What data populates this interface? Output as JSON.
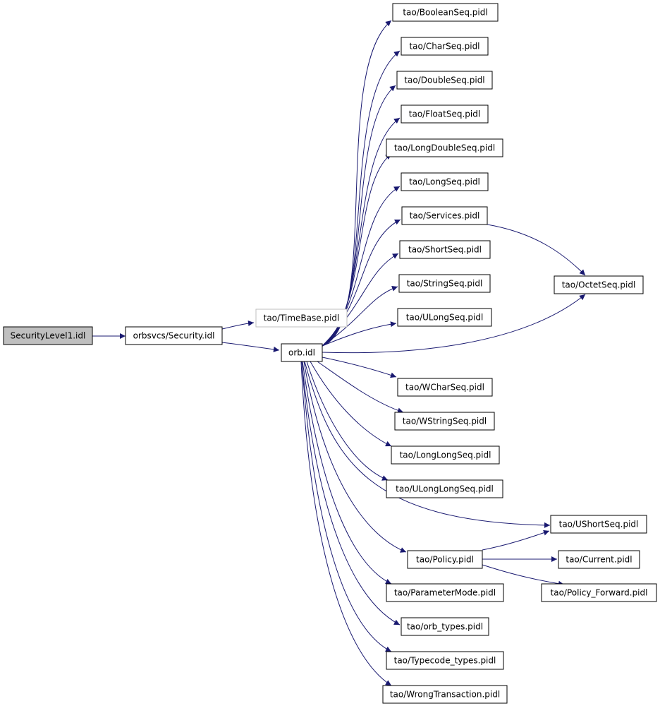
{
  "colors": {
    "edge": "#191970",
    "node_border": "#000000",
    "root_fill": "#bfbfbf",
    "ghost_border": "#bfbfbf",
    "background": "#ffffff"
  },
  "nodes": {
    "securitylevel1": "SecurityLevel1.idl",
    "security": "orbsvcs/Security.idl",
    "timebase": "tao/TimeBase.pidl",
    "orb": "orb.idl",
    "booleanseq": "tao/BooleanSeq.pidl",
    "charseq": "tao/CharSeq.pidl",
    "doubleseq": "tao/DoubleSeq.pidl",
    "floatseq": "tao/FloatSeq.pidl",
    "longdoubleseq": "tao/LongDoubleSeq.pidl",
    "longseq": "tao/LongSeq.pidl",
    "services": "tao/Services.pidl",
    "shortseq": "tao/ShortSeq.pidl",
    "stringseq": "tao/StringSeq.pidl",
    "ulongseq": "tao/ULongSeq.pidl",
    "octetseq": "tao/OctetSeq.pidl",
    "wcharseq": "tao/WCharSeq.pidl",
    "wstringseq": "tao/WStringSeq.pidl",
    "longlongseq": "tao/LongLongSeq.pidl",
    "ulonglongseq": "tao/ULongLongSeq.pidl",
    "ushortseq": "tao/UShortSeq.pidl",
    "policy": "tao/Policy.pidl",
    "current": "tao/Current.pidl",
    "policy_forward": "tao/Policy_Forward.pidl",
    "parametermode": "tao/ParameterMode.pidl",
    "orb_types": "tao/orb_types.pidl",
    "typecode_types": "tao/Typecode_types.pidl",
    "wrongtransaction": "tao/WrongTransaction.pidl"
  },
  "edges": [
    [
      "securitylevel1",
      "security"
    ],
    [
      "security",
      "timebase"
    ],
    [
      "security",
      "orb"
    ],
    [
      "orb",
      "booleanseq"
    ],
    [
      "orb",
      "charseq"
    ],
    [
      "orb",
      "doubleseq"
    ],
    [
      "orb",
      "floatseq"
    ],
    [
      "orb",
      "longdoubleseq"
    ],
    [
      "orb",
      "longseq"
    ],
    [
      "orb",
      "services"
    ],
    [
      "orb",
      "shortseq"
    ],
    [
      "orb",
      "stringseq"
    ],
    [
      "orb",
      "ulongseq"
    ],
    [
      "orb",
      "octetseq"
    ],
    [
      "services",
      "octetseq"
    ],
    [
      "orb",
      "wcharseq"
    ],
    [
      "orb",
      "wstringseq"
    ],
    [
      "orb",
      "longlongseq"
    ],
    [
      "orb",
      "ulonglongseq"
    ],
    [
      "orb",
      "ushortseq"
    ],
    [
      "orb",
      "policy"
    ],
    [
      "policy",
      "ushortseq"
    ],
    [
      "policy",
      "current"
    ],
    [
      "policy",
      "policy_forward"
    ],
    [
      "orb",
      "parametermode"
    ],
    [
      "orb",
      "orb_types"
    ],
    [
      "orb",
      "typecode_types"
    ],
    [
      "orb",
      "wrongtransaction"
    ]
  ]
}
